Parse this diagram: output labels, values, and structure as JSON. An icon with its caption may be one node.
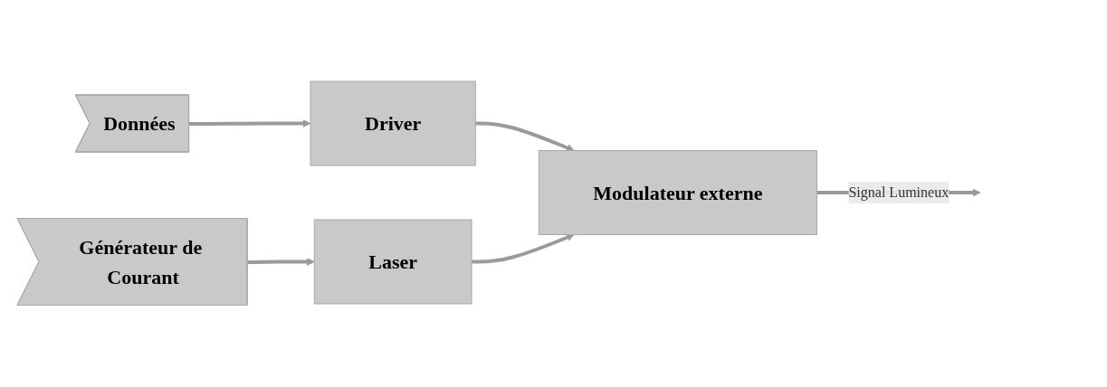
{
  "diagram": {
    "nodes": [
      {
        "text": [
          "Données"
        ]
      },
      {
        "text": [
          "Driver"
        ]
      },
      {
        "text": [
          "Générateur de Courant"
        ]
      },
      {
        "text": [
          "Laser"
        ]
      },
      {
        "text": [
          "Modulateur externe"
        ]
      }
    ],
    "edges": [
      {
        "from": 0,
        "to": 1,
        "arrow": "to"
      },
      {
        "from": 1,
        "to": 4,
        "arrow": "to"
      },
      {
        "from": 2,
        "to": 3,
        "arrow": "to"
      },
      {
        "from": 3,
        "to": 4,
        "arrow": "to"
      },
      {
        "from": 4,
        "to": null,
        "arrow": "to",
        "label": "Signal Lumineux"
      }
    ]
  }
}
